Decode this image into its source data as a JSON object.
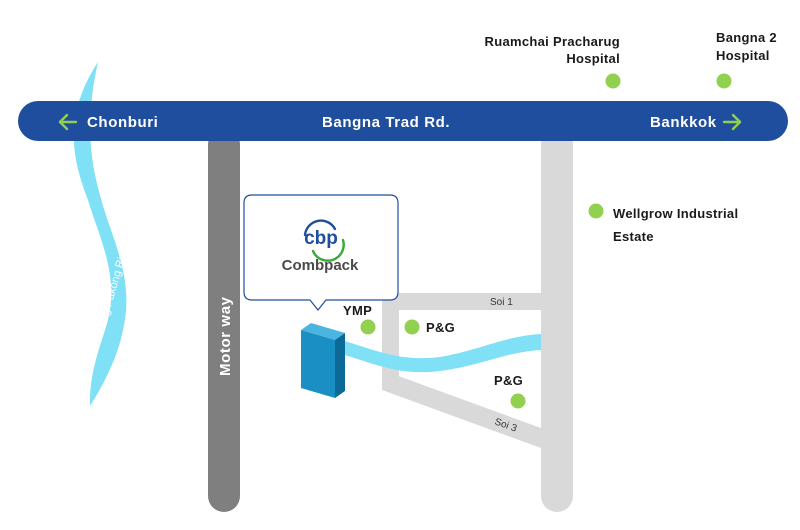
{
  "roads": {
    "main": {
      "name": "Bangna Trad Rd."
    },
    "west_destination": {
      "label": "Chonburi",
      "icon": "arrow-left-icon"
    },
    "east_destination": {
      "label": "Bankkok",
      "icon": "arrow-right-icon"
    },
    "motorway": {
      "name": "Motor way"
    },
    "soi_1": {
      "name": "Soi 1"
    },
    "soi_3": {
      "name": "Soi 3"
    }
  },
  "river": {
    "name": "Bang Pakong River"
  },
  "places": {
    "ruamchai": {
      "line1": "Ruamchai Pracharug",
      "line2": "Hospital"
    },
    "bangna2": {
      "line1": "Bangna 2",
      "line2": "Hospital"
    },
    "wellgrow": {
      "line1": "Wellgrow Industrial",
      "line2": "Estate"
    },
    "ymp": {
      "label": "YMP"
    },
    "pg1": {
      "label": "P&G"
    },
    "pg2": {
      "label": "P&G"
    }
  },
  "company": {
    "logo_mark": "cbp",
    "name": "Combpack"
  },
  "colors": {
    "main_road": "#1f4e9e",
    "motorway": "#7f7f7f",
    "side_road": "#d9d9d9",
    "river": "#7fe0f6",
    "poi_dot": "#92d050",
    "building_front": "#1a8fc4",
    "building_side": "#0b6a97",
    "logo_blue": "#1f4e9e",
    "logo_green": "#3aaa35"
  }
}
